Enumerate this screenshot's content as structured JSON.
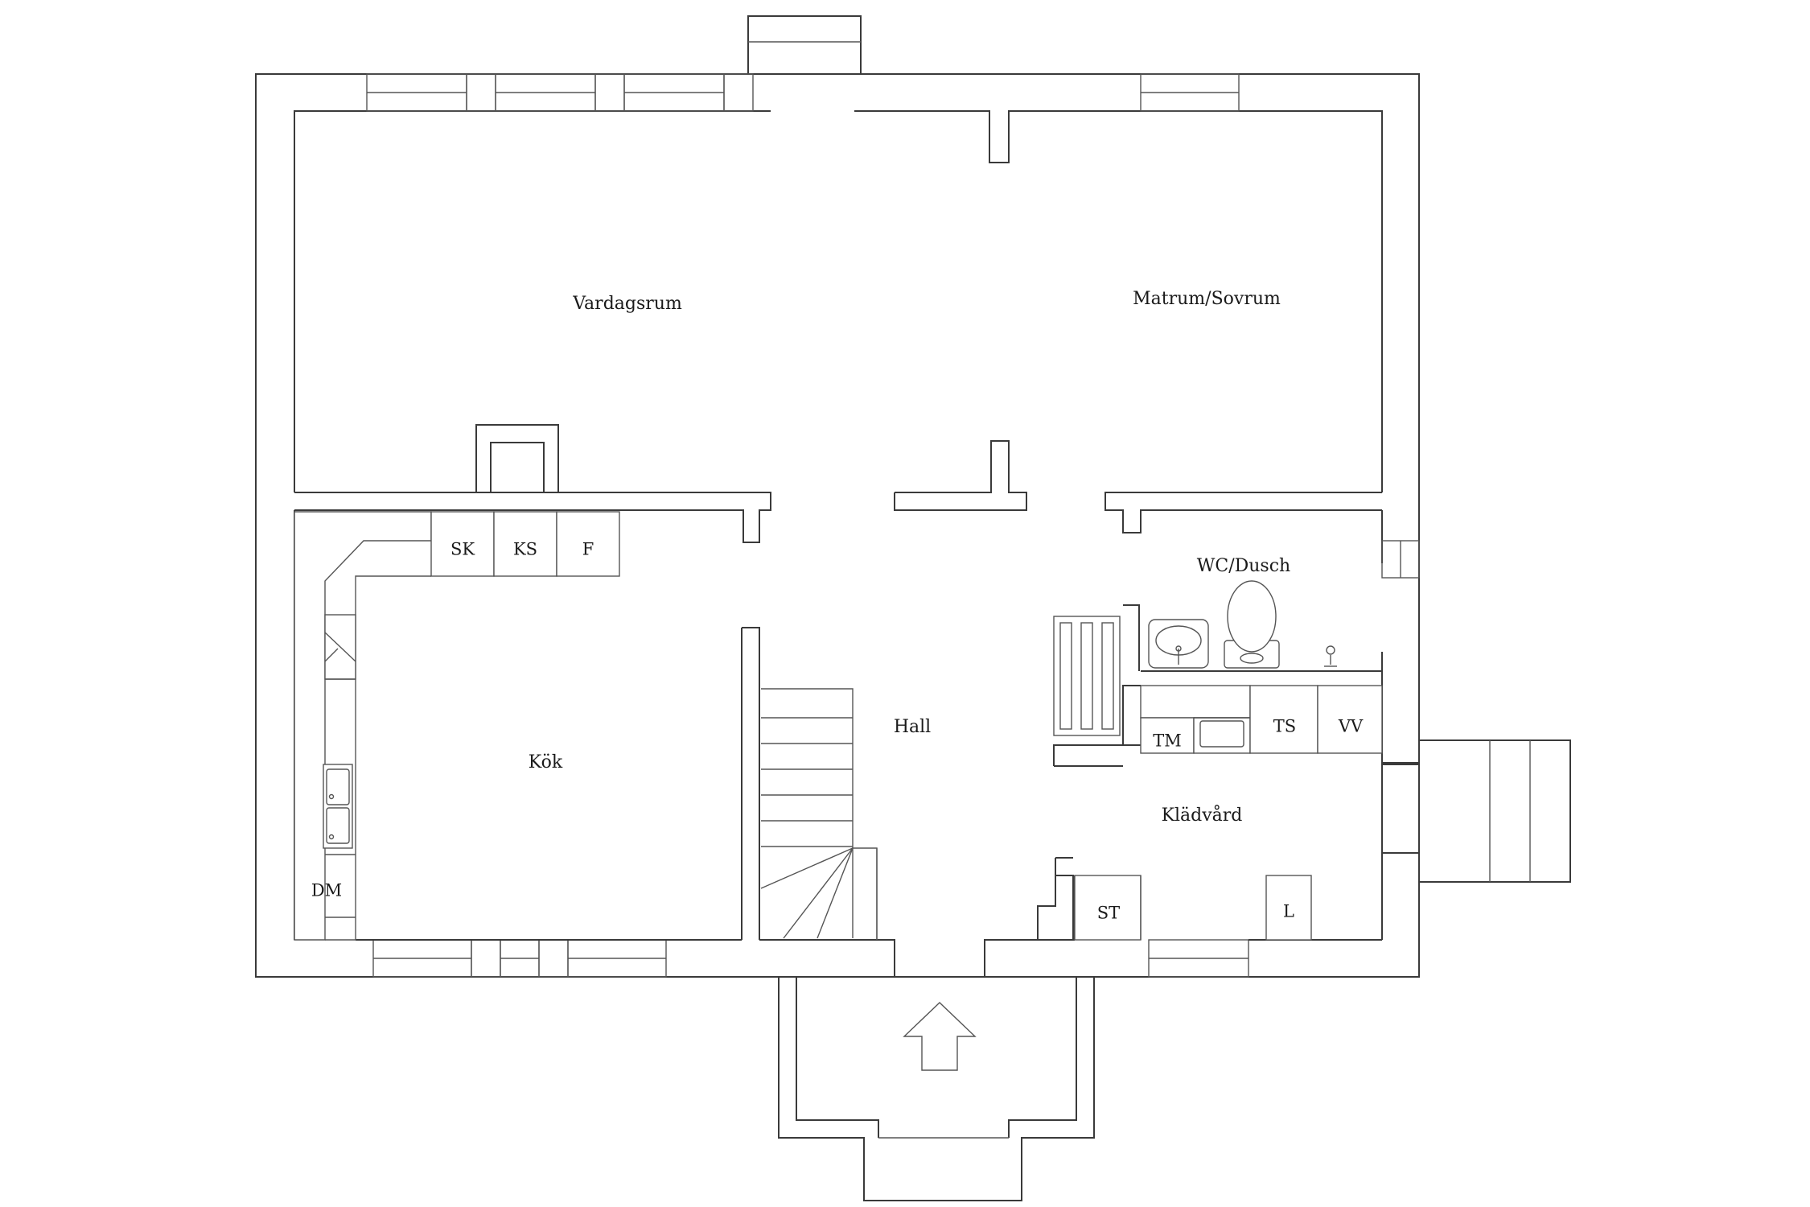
{
  "rooms": {
    "living": "Vardagsrum",
    "dining_bedroom": "Matrum/Sovrum",
    "wc_shower": "WC/Dusch",
    "hall": "Hall",
    "kitchen": "Kök",
    "laundry": "Klädvård"
  },
  "appliances": {
    "sk": "SK",
    "ks": "KS",
    "f": "F",
    "dm": "DM",
    "tm": "TM",
    "ts": "TS",
    "vv": "VV",
    "st": "ST",
    "l": "L"
  },
  "icons": {
    "entrance": "entrance-arrow-icon",
    "toilet": "toilet-icon",
    "washbasin": "washbasin-icon",
    "sink": "kitchen-sink-icon",
    "staircase": "staircase-icon"
  }
}
